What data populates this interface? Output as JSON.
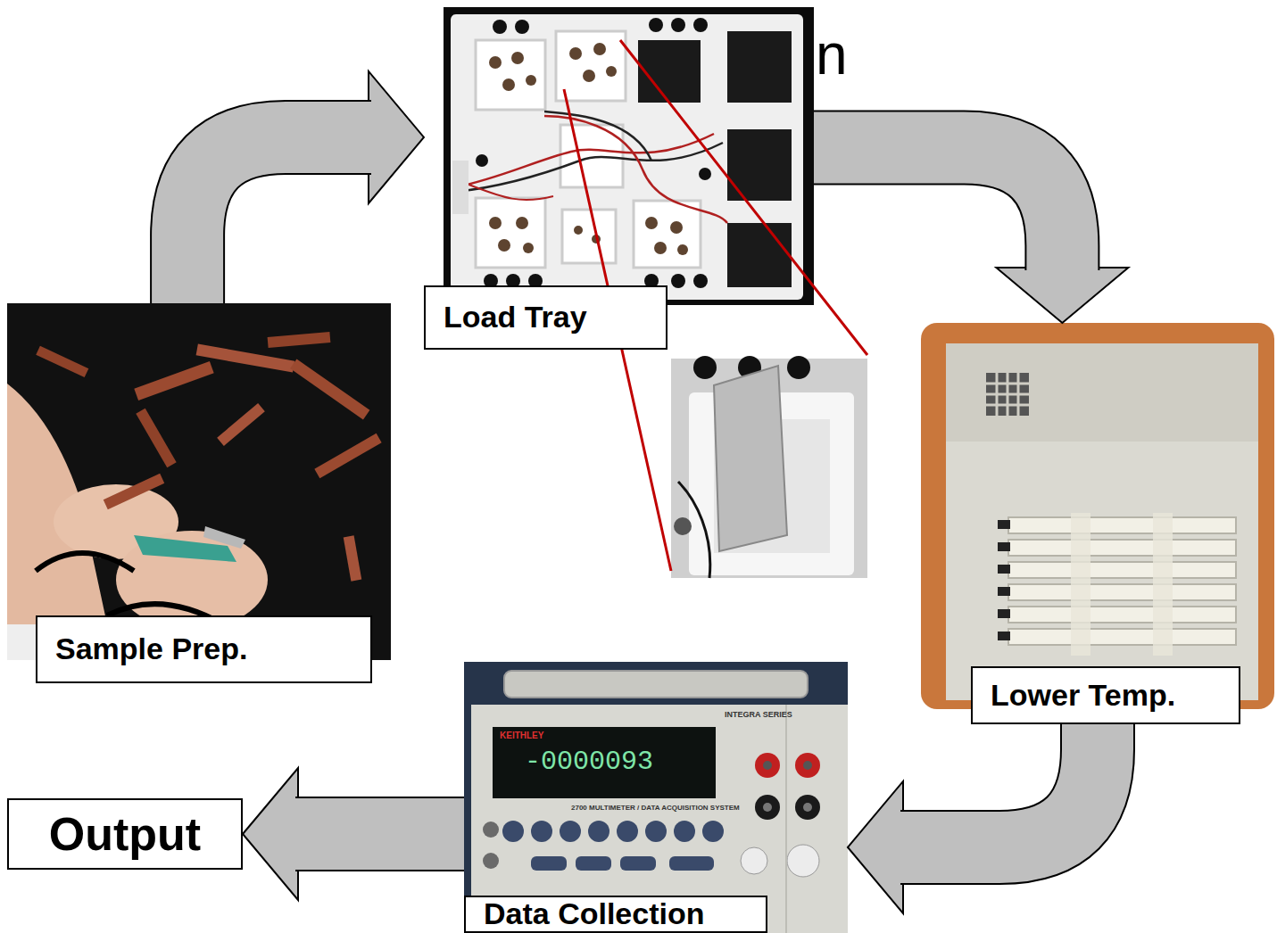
{
  "diagram": {
    "nodes": [
      {
        "text": [
          "Sample Prep."
        ]
      },
      {
        "text": [
          "Load Tray"
        ]
      },
      {
        "text": [
          "Lower Temp."
        ]
      },
      {
        "text": [
          "Data Collection"
        ]
      },
      {
        "text": [
          "Output"
        ]
      }
    ],
    "edges": [
      {
        "from": 0,
        "to": 1,
        "arrow": "to"
      },
      {
        "from": 1,
        "to": 2,
        "arrow": "to"
      },
      {
        "from": 2,
        "to": 3,
        "arrow": "to"
      },
      {
        "from": 3,
        "to": 4,
        "arrow": "to"
      }
    ],
    "labels": [
      "n",
      "KEITHLEY",
      "-0000093",
      "INTEGRA SERIES",
      "2700 MULTIMETER / DATA ACQUISITION SYSTEM"
    ]
  }
}
